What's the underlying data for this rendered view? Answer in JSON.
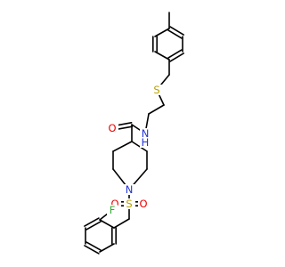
{
  "molecule": {
    "atoms": {
      "S_thioether": {
        "text": "S",
        "color": "#b8a000"
      },
      "N_amide": {
        "text": "N",
        "color": "#2233dd"
      },
      "H_amide": {
        "text": "H",
        "color": "#2233dd"
      },
      "O_carbonyl": {
        "text": "O",
        "color": "#ee0000"
      },
      "N_ring": {
        "text": "N",
        "color": "#2233dd"
      },
      "S_sulfonyl": {
        "text": "S",
        "color": "#b8a000"
      },
      "O_sulfonyl_left": {
        "text": "O",
        "color": "#ee0000"
      },
      "O_sulfonyl_right": {
        "text": "O",
        "color": "#ee0000"
      },
      "F": {
        "text": "F",
        "color": "#33aa33"
      }
    }
  }
}
